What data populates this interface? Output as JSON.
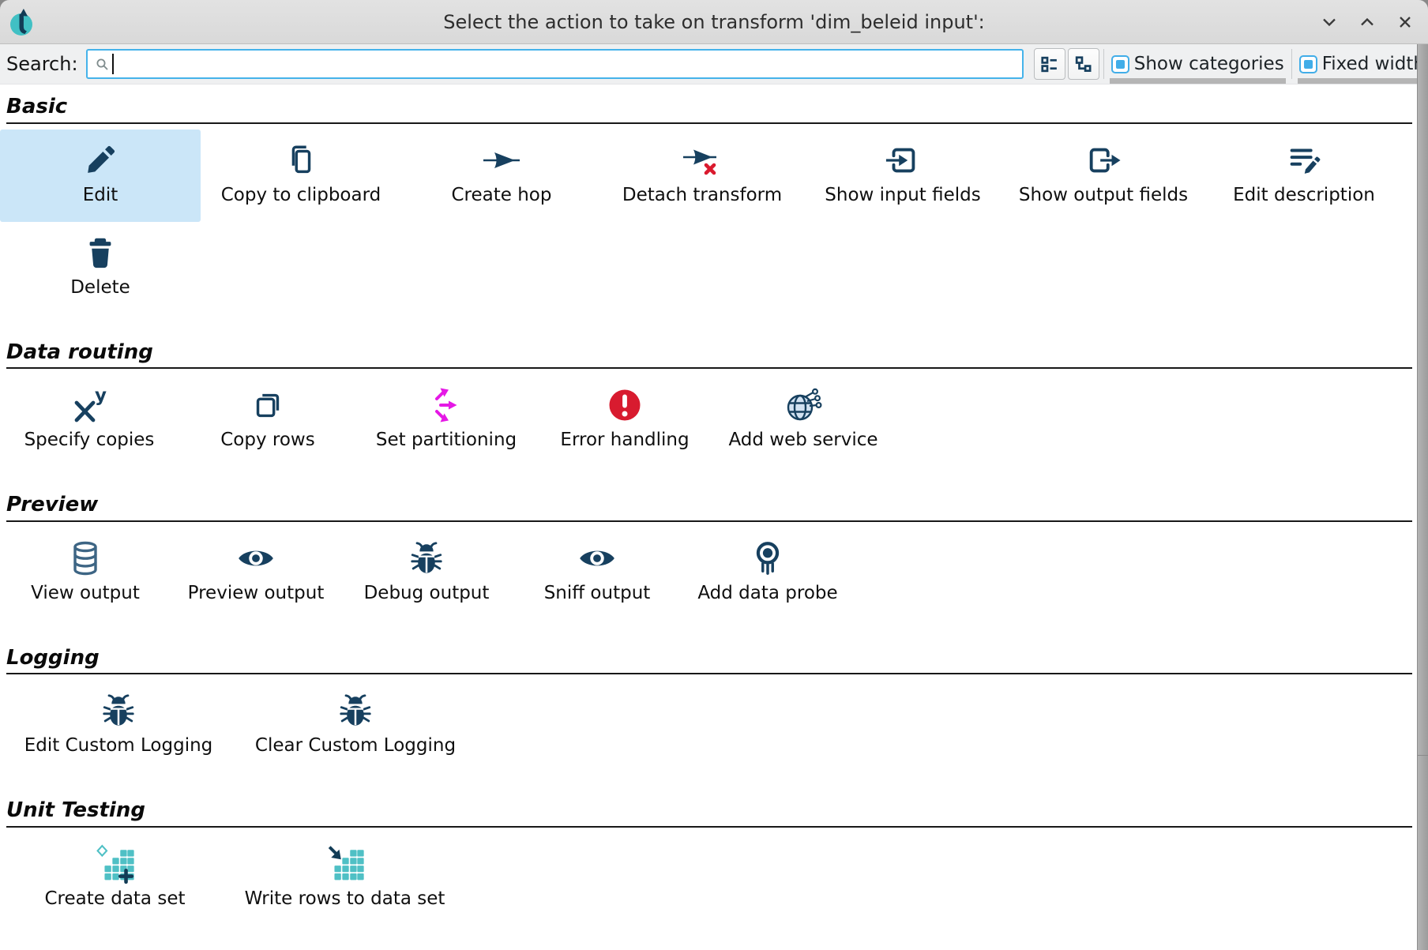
{
  "window": {
    "title": "Select the action to take on transform 'dim_beleid input':",
    "app_icon": "hop-logo-icon",
    "controls": [
      {
        "name": "minimize",
        "glyph": "chevron-down"
      },
      {
        "name": "maximize",
        "glyph": "chevron-up"
      },
      {
        "name": "close",
        "glyph": "x"
      }
    ]
  },
  "toolbar": {
    "search_label": "Search:",
    "search_value": "",
    "search_placeholder": "",
    "view_buttons": [
      {
        "name": "category-view"
      },
      {
        "name": "tree-view"
      }
    ],
    "checkboxes": [
      {
        "label": "Show categories",
        "checked": true
      },
      {
        "label": "Fixed width",
        "checked": true
      }
    ]
  },
  "sections": [
    {
      "title": "Basic",
      "items": [
        {
          "label": "Edit",
          "icon": "pencil-icon",
          "selected": true
        },
        {
          "label": "Copy to clipboard",
          "icon": "copy-icon"
        },
        {
          "label": "Create hop",
          "icon": "hop-arrow-icon"
        },
        {
          "label": "Detach transform",
          "icon": "detach-arrow-icon"
        },
        {
          "label": "Show input fields",
          "icon": "input-fields-icon"
        },
        {
          "label": "Show output fields",
          "icon": "output-fields-icon"
        },
        {
          "label": "Edit description",
          "icon": "edit-description-icon"
        },
        {
          "label": "Delete",
          "icon": "trash-icon"
        }
      ]
    },
    {
      "title": "Data routing",
      "items": [
        {
          "label": "Specify copies",
          "icon": "copies-xy-icon"
        },
        {
          "label": "Copy rows",
          "icon": "copy-rows-icon"
        },
        {
          "label": "Set partitioning",
          "icon": "partitioning-icon"
        },
        {
          "label": "Error handling",
          "icon": "error-icon"
        },
        {
          "label": "Add web service",
          "icon": "web-service-icon"
        }
      ]
    },
    {
      "title": "Preview",
      "items": [
        {
          "label": "View output",
          "icon": "database-icon"
        },
        {
          "label": "Preview output",
          "icon": "eye-icon"
        },
        {
          "label": "Debug output",
          "icon": "bug-icon"
        },
        {
          "label": "Sniff output",
          "icon": "eye-icon"
        },
        {
          "label": "Add data probe",
          "icon": "probe-icon"
        }
      ]
    },
    {
      "title": "Logging",
      "items": [
        {
          "label": "Edit Custom Logging",
          "icon": "bug-icon"
        },
        {
          "label": "Clear Custom Logging",
          "icon": "bug-icon"
        }
      ]
    },
    {
      "title": "Unit Testing",
      "items": [
        {
          "label": "Create data set",
          "icon": "dataset-add-icon"
        },
        {
          "label": "Write rows to data set",
          "icon": "dataset-write-icon"
        }
      ]
    }
  ],
  "colors": {
    "icon_navy": "#17405f",
    "icon_steel": "#3d6584",
    "teal": "#4fc0c5",
    "magenta": "#e518e5",
    "error_red": "#d81b2f",
    "selection_bg": "#cbe6f8",
    "focus_blue": "#45b3ea"
  }
}
